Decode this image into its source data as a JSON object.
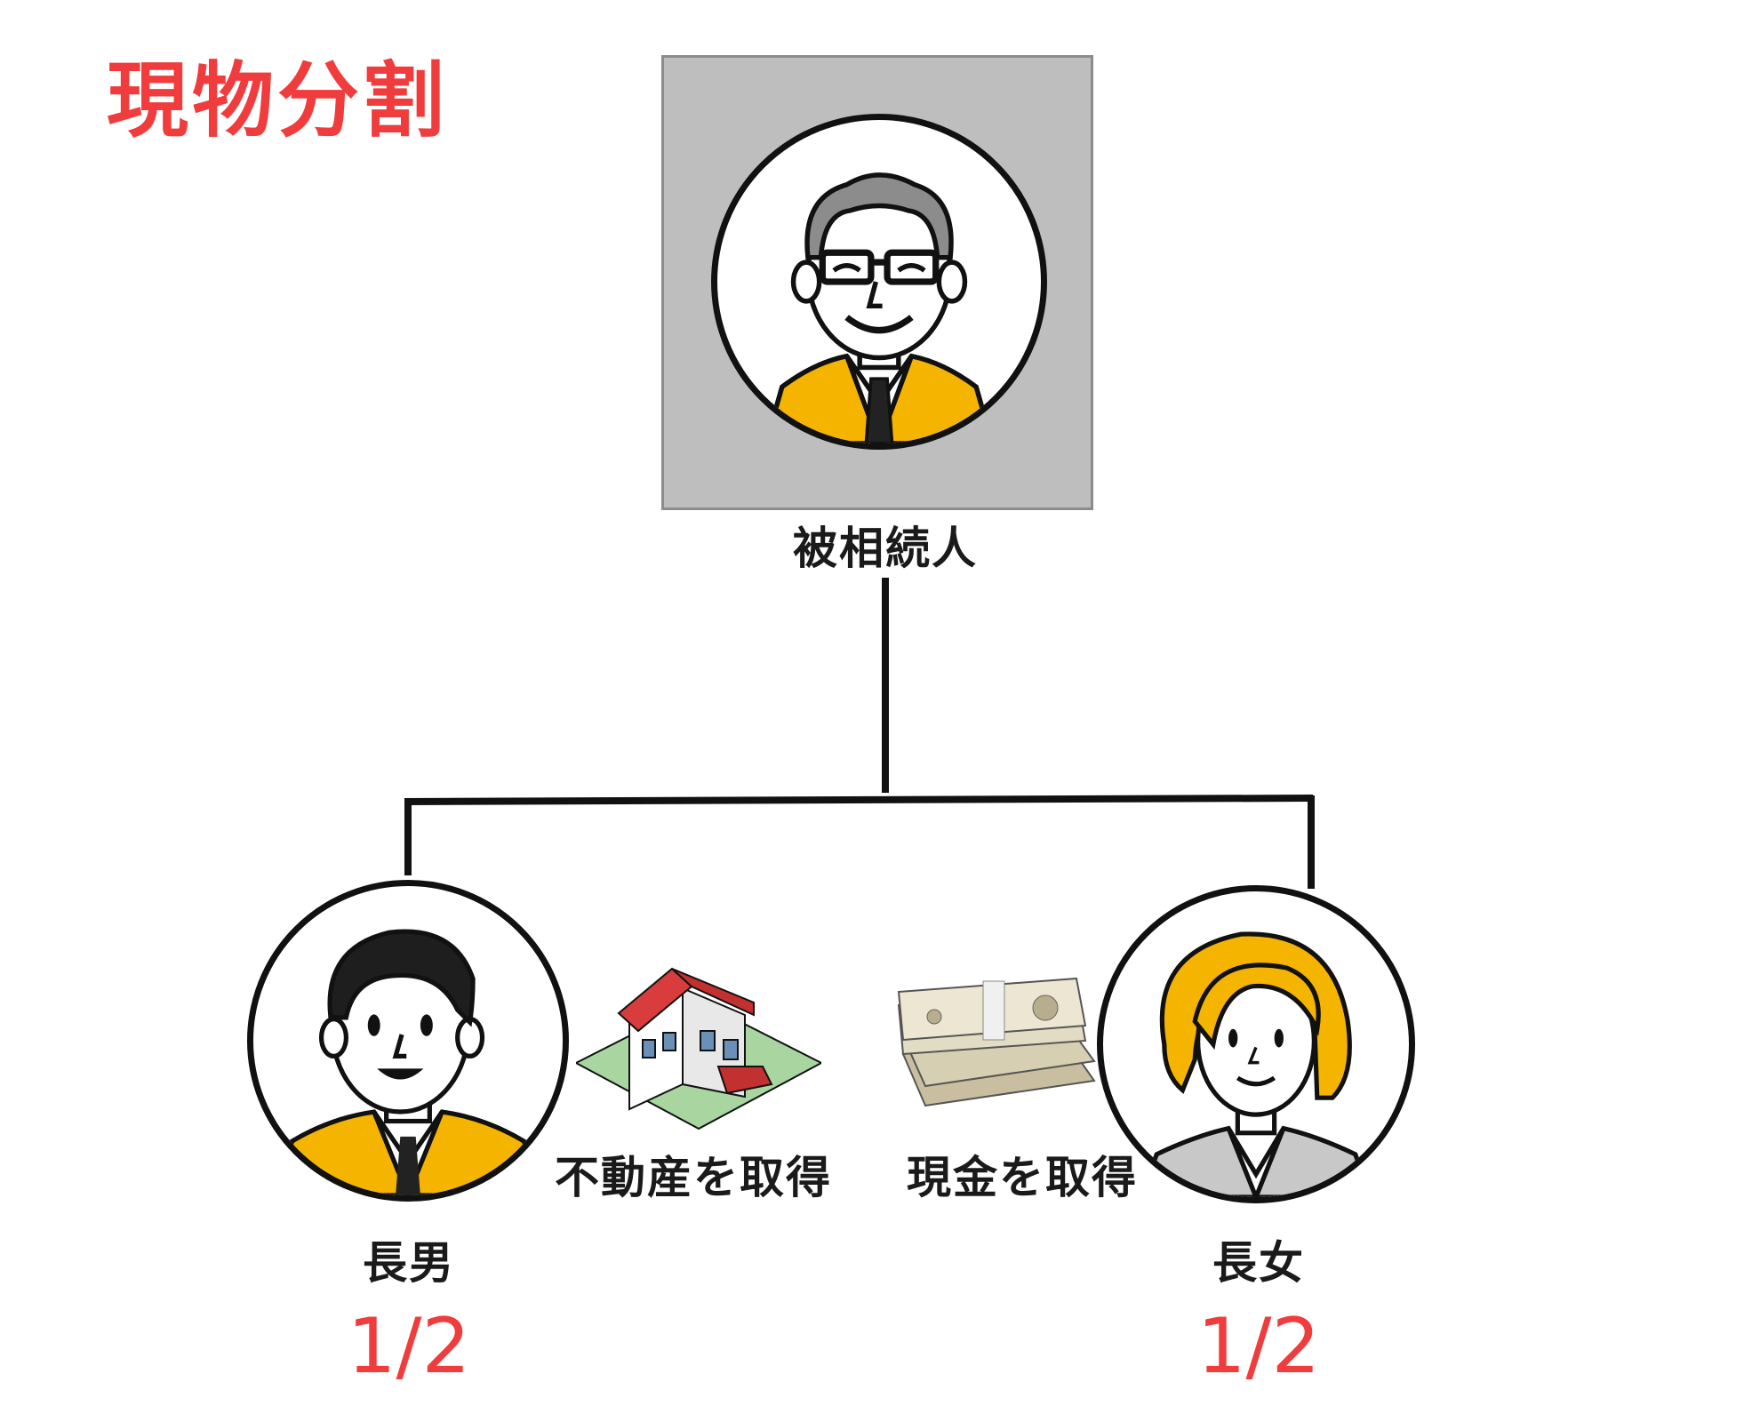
{
  "title": "現物分割",
  "deceased": {
    "label": "被相続人"
  },
  "heirs": [
    {
      "label": "長男",
      "share": "1/2"
    },
    {
      "label": "長女",
      "share": "1/2"
    }
  ],
  "assets": [
    {
      "label": "不動産を取得"
    },
    {
      "label": "現金を取得"
    }
  ],
  "colors": {
    "accent_red": "#f03c3c",
    "suit_yellow": "#f4b400",
    "box_gray": "#bebebe",
    "line": "#111111"
  }
}
